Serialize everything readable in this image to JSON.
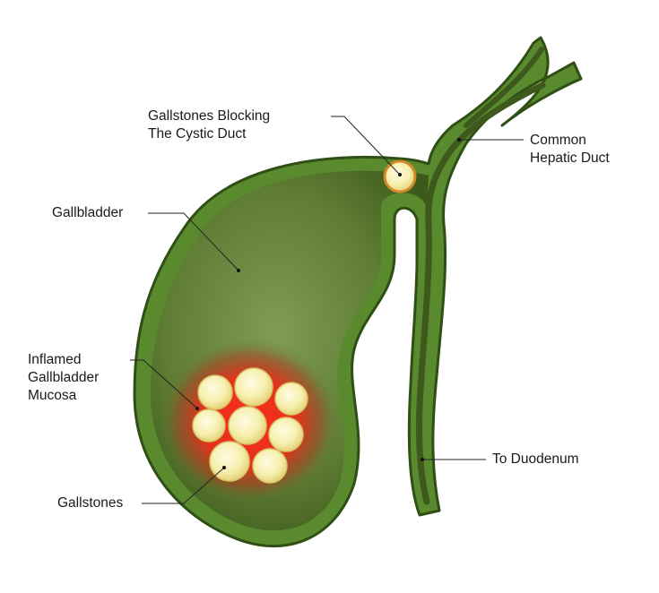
{
  "labels": {
    "blocking_line1": "Gallstones Blocking",
    "blocking_line2": "The Cystic Duct",
    "hepatic_line1": "Common",
    "hepatic_line2": "Hepatic Duct",
    "gallbladder": "Gallbladder",
    "mucosa_line1": "Inflamed",
    "mucosa_line2": "Gallbladder",
    "mucosa_line3": "Mucosa",
    "gallstones": "Gallstones",
    "duodenum": "To Duodenum"
  },
  "colors": {
    "wall": "#5a8a2e",
    "outline": "#2f4f14",
    "inner_light": "#7e9a52",
    "inner_dark": "#3d5a1c",
    "stone_fill": "#f6efae",
    "stone_edge": "#d8c468",
    "inflammation": "#e02a1e",
    "leader_line": "#222222"
  }
}
